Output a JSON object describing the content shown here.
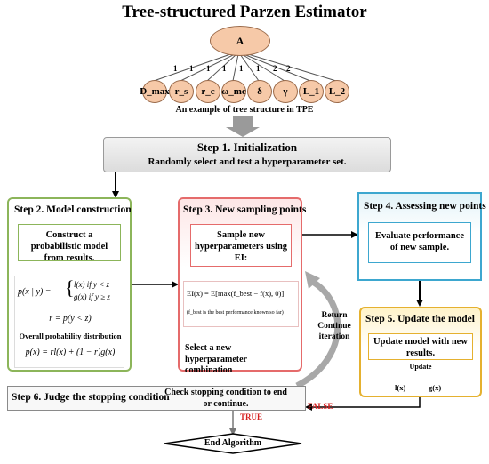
{
  "title": "Tree-structured Parzen Estimator",
  "tree": {
    "root": "A",
    "edge_weights": [
      "1",
      "1",
      "1",
      "1",
      "1",
      "1",
      "2",
      "2"
    ],
    "leaves": [
      "D_max",
      "r_s",
      "r_c",
      "ω_mc",
      "δ",
      "γ",
      "L_1",
      "L_2"
    ],
    "caption": "An example of tree structure in TPE"
  },
  "step1": {
    "title": "Step 1. Initialization",
    "text": "Randomly select and test a hyperparameter set."
  },
  "step2": {
    "title": "Step 2. Model construction",
    "inner_text": "Construct a probabilistic model from results.",
    "formula_lhs": "p(x | y) =",
    "case1": "l(x) if  y < z",
    "case2": "g(x) if  y ≥ z",
    "r_formula": "r = p(y < z)",
    "overall_label": "Overall probability distribution",
    "overall_formula": "p(x) = rl(x) + (1 − r)g(x)"
  },
  "step3": {
    "title": "Step 3. New sampling points",
    "inner_text": "Sample new hyperparameters using EI:",
    "ei_formula": "EI(x) = E[max(f_best − f(x), 0)]",
    "ei_note": "(f_best is the best performance known so far)",
    "select_text": "Select a new hyperparameter combination"
  },
  "step4": {
    "title": "Step 4. Assessing new points",
    "inner_text": "Evaluate performance of new sample."
  },
  "step5": {
    "title": "Step 5. Update the model",
    "inner_text": "Update model with new results.",
    "update_label": "Update",
    "l_label": "l(x)",
    "g_label": "g(x)"
  },
  "step6": {
    "title": "Step 6. Judge the stopping condition",
    "text": "Check stopping condition to end or continue."
  },
  "loop_label": "Return Continue iteration",
  "false_label": "FALSE",
  "true_label": "TRUE",
  "end_label": "End Algorithm",
  "colors": {
    "step2": "#8cb55a",
    "step3": "#e56b6b",
    "step4": "#3da7cf",
    "step5": "#e5b12f",
    "arrow_red": "#d62020"
  }
}
